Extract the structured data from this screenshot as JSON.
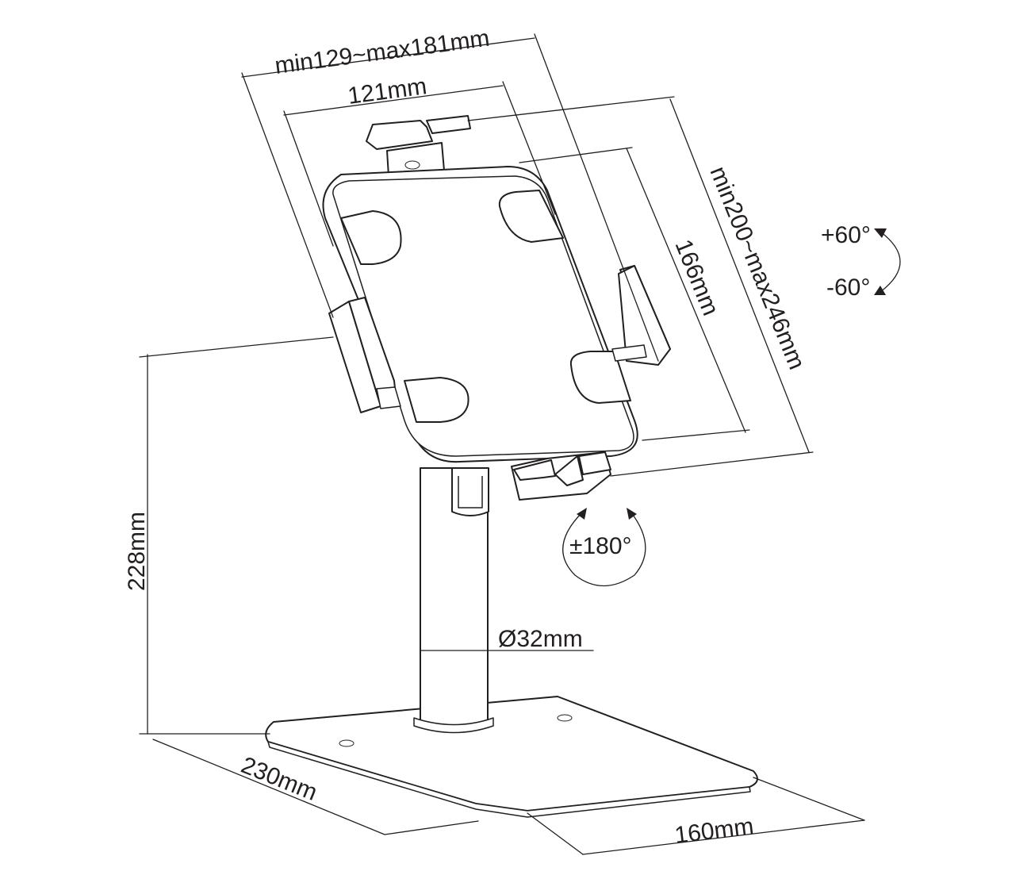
{
  "dimensions": {
    "clamp_width_range": "min129~max181mm",
    "holder_width": "121mm",
    "holder_height": "166mm",
    "clamp_height_range": "min200~max246mm",
    "stand_height": "228mm",
    "pole_diameter": "Ø32mm",
    "base_length": "230mm",
    "base_width": "160mm"
  },
  "rotation": {
    "tilt_up": "+60°",
    "tilt_down": "-60°",
    "swivel": "±180°"
  }
}
